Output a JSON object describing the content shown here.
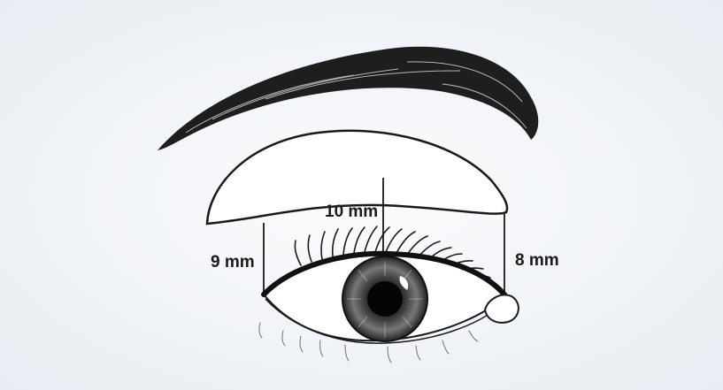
{
  "labels": {
    "center": "10 mm",
    "left": "9 mm",
    "right": "8 mm"
  },
  "colors": {
    "background": "#f3f5f8",
    "ink": "#1a1a1a",
    "fill": "#ffffff"
  }
}
